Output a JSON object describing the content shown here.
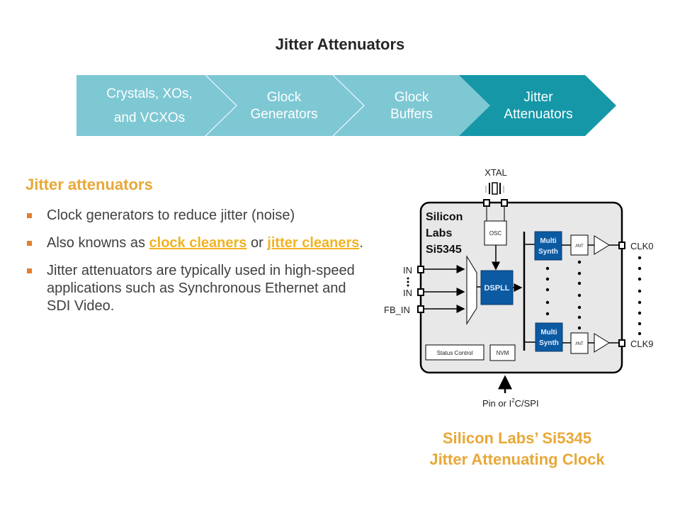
{
  "page": {
    "title": "Jitter Attenuators"
  },
  "flow": {
    "steps": [
      {
        "line1": "Crystals, XOs,",
        "line2": "and VCXOs",
        "active": false
      },
      {
        "line1": "Glock",
        "line2": "Generators",
        "active": false
      },
      {
        "line1": "Glock",
        "line2": "Buffers",
        "active": false
      },
      {
        "line1": "Jitter",
        "line2": "Attenuators",
        "active": true
      }
    ],
    "colors": {
      "inactive": "#7EC8D4",
      "active": "#1597A8"
    }
  },
  "content": {
    "heading": "Jitter attenuators",
    "bullets": [
      {
        "text": "Clock generators to reduce jitter (noise)"
      },
      {
        "prefix": "Also knowns as ",
        "link1": "clock cleaners",
        "middle": " or ",
        "link2": "jitter cleaners",
        "suffix": "."
      },
      {
        "text": "Jitter attenuators are typically used in high-speed applications such as Synchronous Ethernet and SDI Video."
      }
    ]
  },
  "diagram": {
    "xtal_label": "XTAL",
    "chip_name": [
      "Silicon",
      "Labs",
      "Si5345"
    ],
    "osc_label": "OSC",
    "dspll_label": "DSPLL",
    "inputs": [
      "IN",
      "IN",
      "FB_IN"
    ],
    "multisynth_label": [
      "Multi",
      "Synth"
    ],
    "int_label": "/INT",
    "outputs": [
      "CLK0",
      "CLK9"
    ],
    "status_label": "Status Control",
    "nvm_label": "NVM",
    "control_label_prefix": "Pin or I",
    "control_label_sup": "2",
    "control_label_suffix": "C/SPI",
    "block_color": "#0B5AA2"
  },
  "caption": {
    "line1": "Silicon Labs’ Si5345",
    "line2": "Jitter Attenuating Clock"
  }
}
